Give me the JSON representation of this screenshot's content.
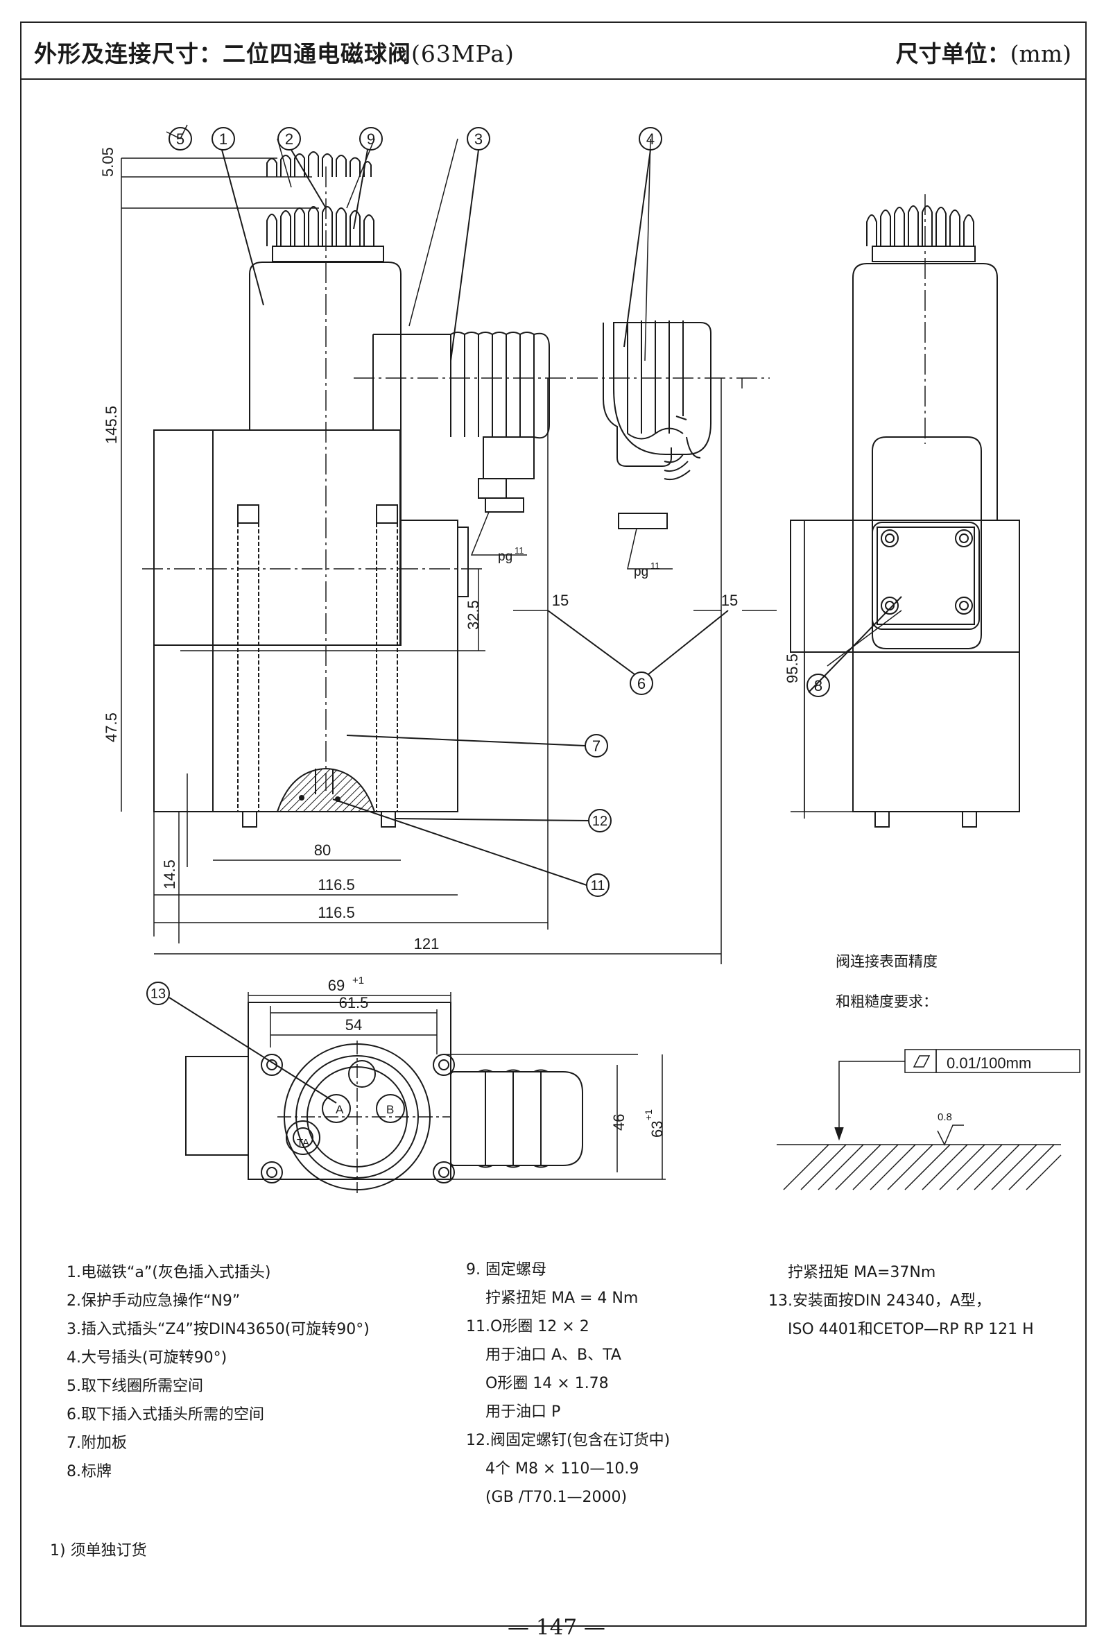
{
  "header": {
    "title_cn": "外形及连接尺寸：二位四通电磁球阀",
    "title_en": "(63MPa)",
    "unit_cn": "尺寸单位：",
    "unit_en": "(mm)"
  },
  "callouts": [
    "5",
    "1",
    "2",
    "9",
    "3",
    "4",
    "6",
    "8",
    "7",
    "12",
    "11",
    "13"
  ],
  "dimensions": {
    "d_5_05": "5.05",
    "d_145_5": "145.5",
    "d_32_5": "32.5",
    "d_47_5": "47.5",
    "d_14_5": "14.5",
    "d_80": "80",
    "d_116_5_a": "116.5",
    "d_116_5_b": "116.5",
    "d_121": "121",
    "d_15_a": "15",
    "d_15_b": "15",
    "d_95_5": "95.5",
    "d_69": "69",
    "d_69_tol": "+1",
    "d_61_5": "61.5",
    "d_54": "54",
    "d_46": "46",
    "d_63": "63",
    "d_63_tol": "+1",
    "pg": "pg",
    "pg_sub": "11",
    "port_a": "A",
    "port_b": "B",
    "port_ta": "TA"
  },
  "surface": {
    "title_line1": "阀连接表面精度",
    "title_line2": "和粗糙度要求：",
    "flatness": "0.01/100mm",
    "roughness": "0.8"
  },
  "notes_left": [
    "1.电磁铁“a”(灰色插入式插头)",
    "2.保护手动应急操作“N9”",
    "3.插入式插头“Z4”按DIN43650(可旋转90°)",
    "4.大号插头(可旋转90°)",
    "5.取下线圈所需空间",
    "6.取下插入式插头所需的空间",
    "7.附加板",
    "8.标牌"
  ],
  "notes_middle": [
    "9. 固定螺母",
    "    拧紧扭矩 MA = 4 Nm",
    "11.O形圈 12 × 2",
    "    用于油口 A、B、TA",
    "    O形圈 14 × 1.78",
    "    用于油口 P",
    "12.阀固定螺钉(包含在订货中)",
    "    4个 M8 × 110—10.9",
    "    (GB /T70.1—2000)"
  ],
  "notes_right": [
    "    拧紧扭矩 MA=37Nm",
    "13.安装面按DIN 24340，A型，",
    "    ISO 4401和CETOP—RP RP 121 H"
  ],
  "footnote": "1) 须单独订货",
  "page_number": "— 147 —"
}
